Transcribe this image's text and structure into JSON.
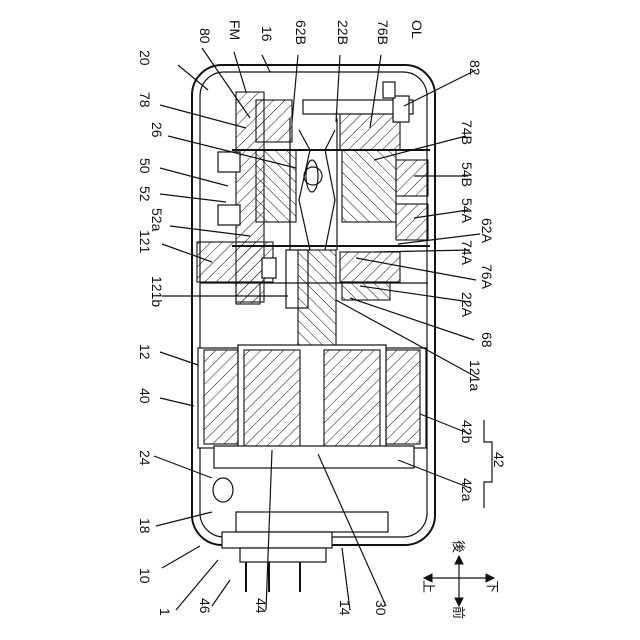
{
  "labels": {
    "l80": "80",
    "lFM": "FM",
    "l16": "16",
    "l62B": "62B",
    "l22B": "22B",
    "l76B": "76B",
    "lOL": "OL",
    "l20": "20",
    "l82": "82",
    "l78": "78",
    "l26": "26",
    "l74B": "74B",
    "l50": "50",
    "l54B": "54B",
    "l52": "52",
    "l54A": "54A",
    "l52a": "52a",
    "l62A": "62A",
    "l74A": "74A",
    "l121": "121",
    "l76A": "76A",
    "l121b": "121b",
    "l22A": "22A",
    "l68": "68",
    "l12": "12",
    "l121a": "121a",
    "l40": "40",
    "l42b": "42b",
    "l42": "42",
    "l24": "24",
    "l42a": "42a",
    "l18": "18",
    "l10": "10",
    "l1": "1",
    "l46": "46",
    "l44": "44",
    "l14": "14",
    "l30": "30"
  },
  "direction": {
    "back": "後",
    "up": "上",
    "down": "下",
    "front": "前"
  }
}
